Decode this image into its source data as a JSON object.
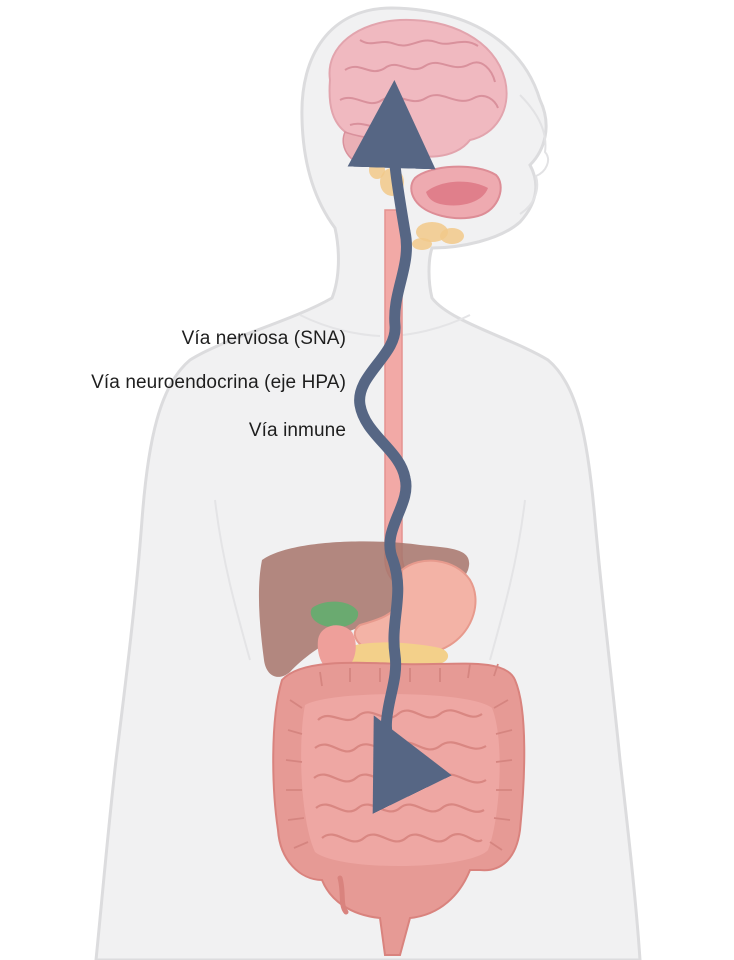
{
  "labels": {
    "nervous": "Vía nerviosa (SNA)",
    "neuroendocrine": "Vía neuroendocrina (eje HPA)",
    "immune": "Vía inmune"
  },
  "colors": {
    "body_fill": "#f1f1f2",
    "body_stroke": "#dcdcde",
    "brain": "#f0b9c0",
    "brain_fold": "#d9919c",
    "esophagus": "#f2a9a6",
    "liver": "#a8776e",
    "gallbladder": "#6aaa70",
    "stomach": "#f3b3a6",
    "pancreas": "#f3d08a",
    "colon": "#e69a95",
    "small_intestine": "#eea7a3",
    "glands": "#f2c98a",
    "arrow": "#566684"
  },
  "icons": {
    "figure": "human-body-gut-brain-axis-illustration",
    "arrow": "bidirectional-wavy-arrow-icon"
  }
}
